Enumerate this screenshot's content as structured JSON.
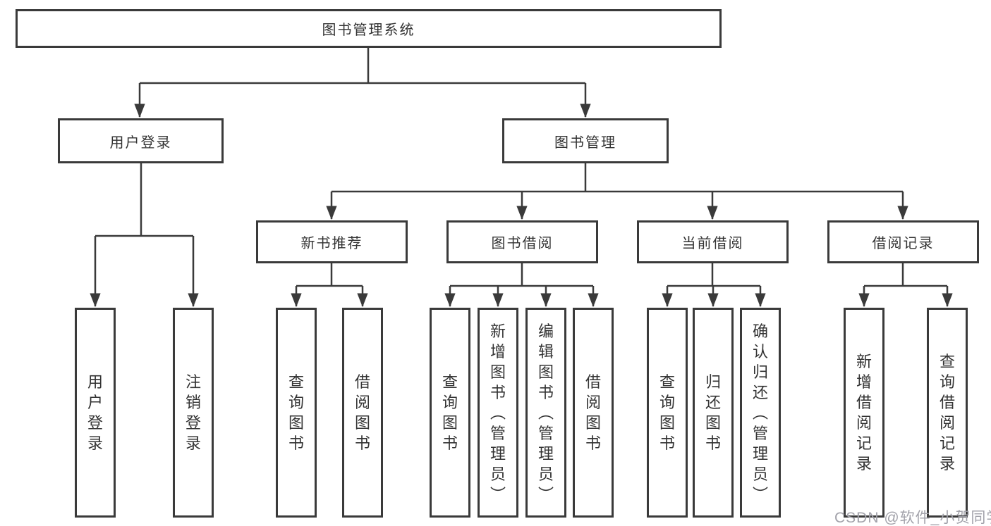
{
  "diagram": {
    "line_color": "#3a3a3a",
    "text_color": "#333333",
    "tree": {
      "label": "图书管理系统",
      "children": [
        {
          "label": "用户登录",
          "children": [
            {
              "label": "用户登录"
            },
            {
              "label": "注销登录"
            }
          ]
        },
        {
          "label": "图书管理",
          "children": [
            {
              "label": "新书推荐",
              "children": [
                {
                  "label": "查询图书"
                },
                {
                  "label": "借阅图书"
                }
              ]
            },
            {
              "label": "图书借阅",
              "children": [
                {
                  "label": "查询图书"
                },
                {
                  "label": "新增图书（管理员）"
                },
                {
                  "label": "编辑图书（管理员）"
                },
                {
                  "label": "借阅图书"
                }
              ]
            },
            {
              "label": "当前借阅",
              "children": [
                {
                  "label": "查询图书"
                },
                {
                  "label": "归还图书"
                },
                {
                  "label": "确认归还（管理员）"
                }
              ]
            },
            {
              "label": "借阅记录",
              "children": [
                {
                  "label": "新增借阅记录"
                },
                {
                  "label": "查询借阅记录"
                }
              ]
            }
          ]
        }
      ]
    }
  },
  "watermark": {
    "text": "CSDN @软件_小贺同学",
    "color": "#a2a2aa"
  }
}
